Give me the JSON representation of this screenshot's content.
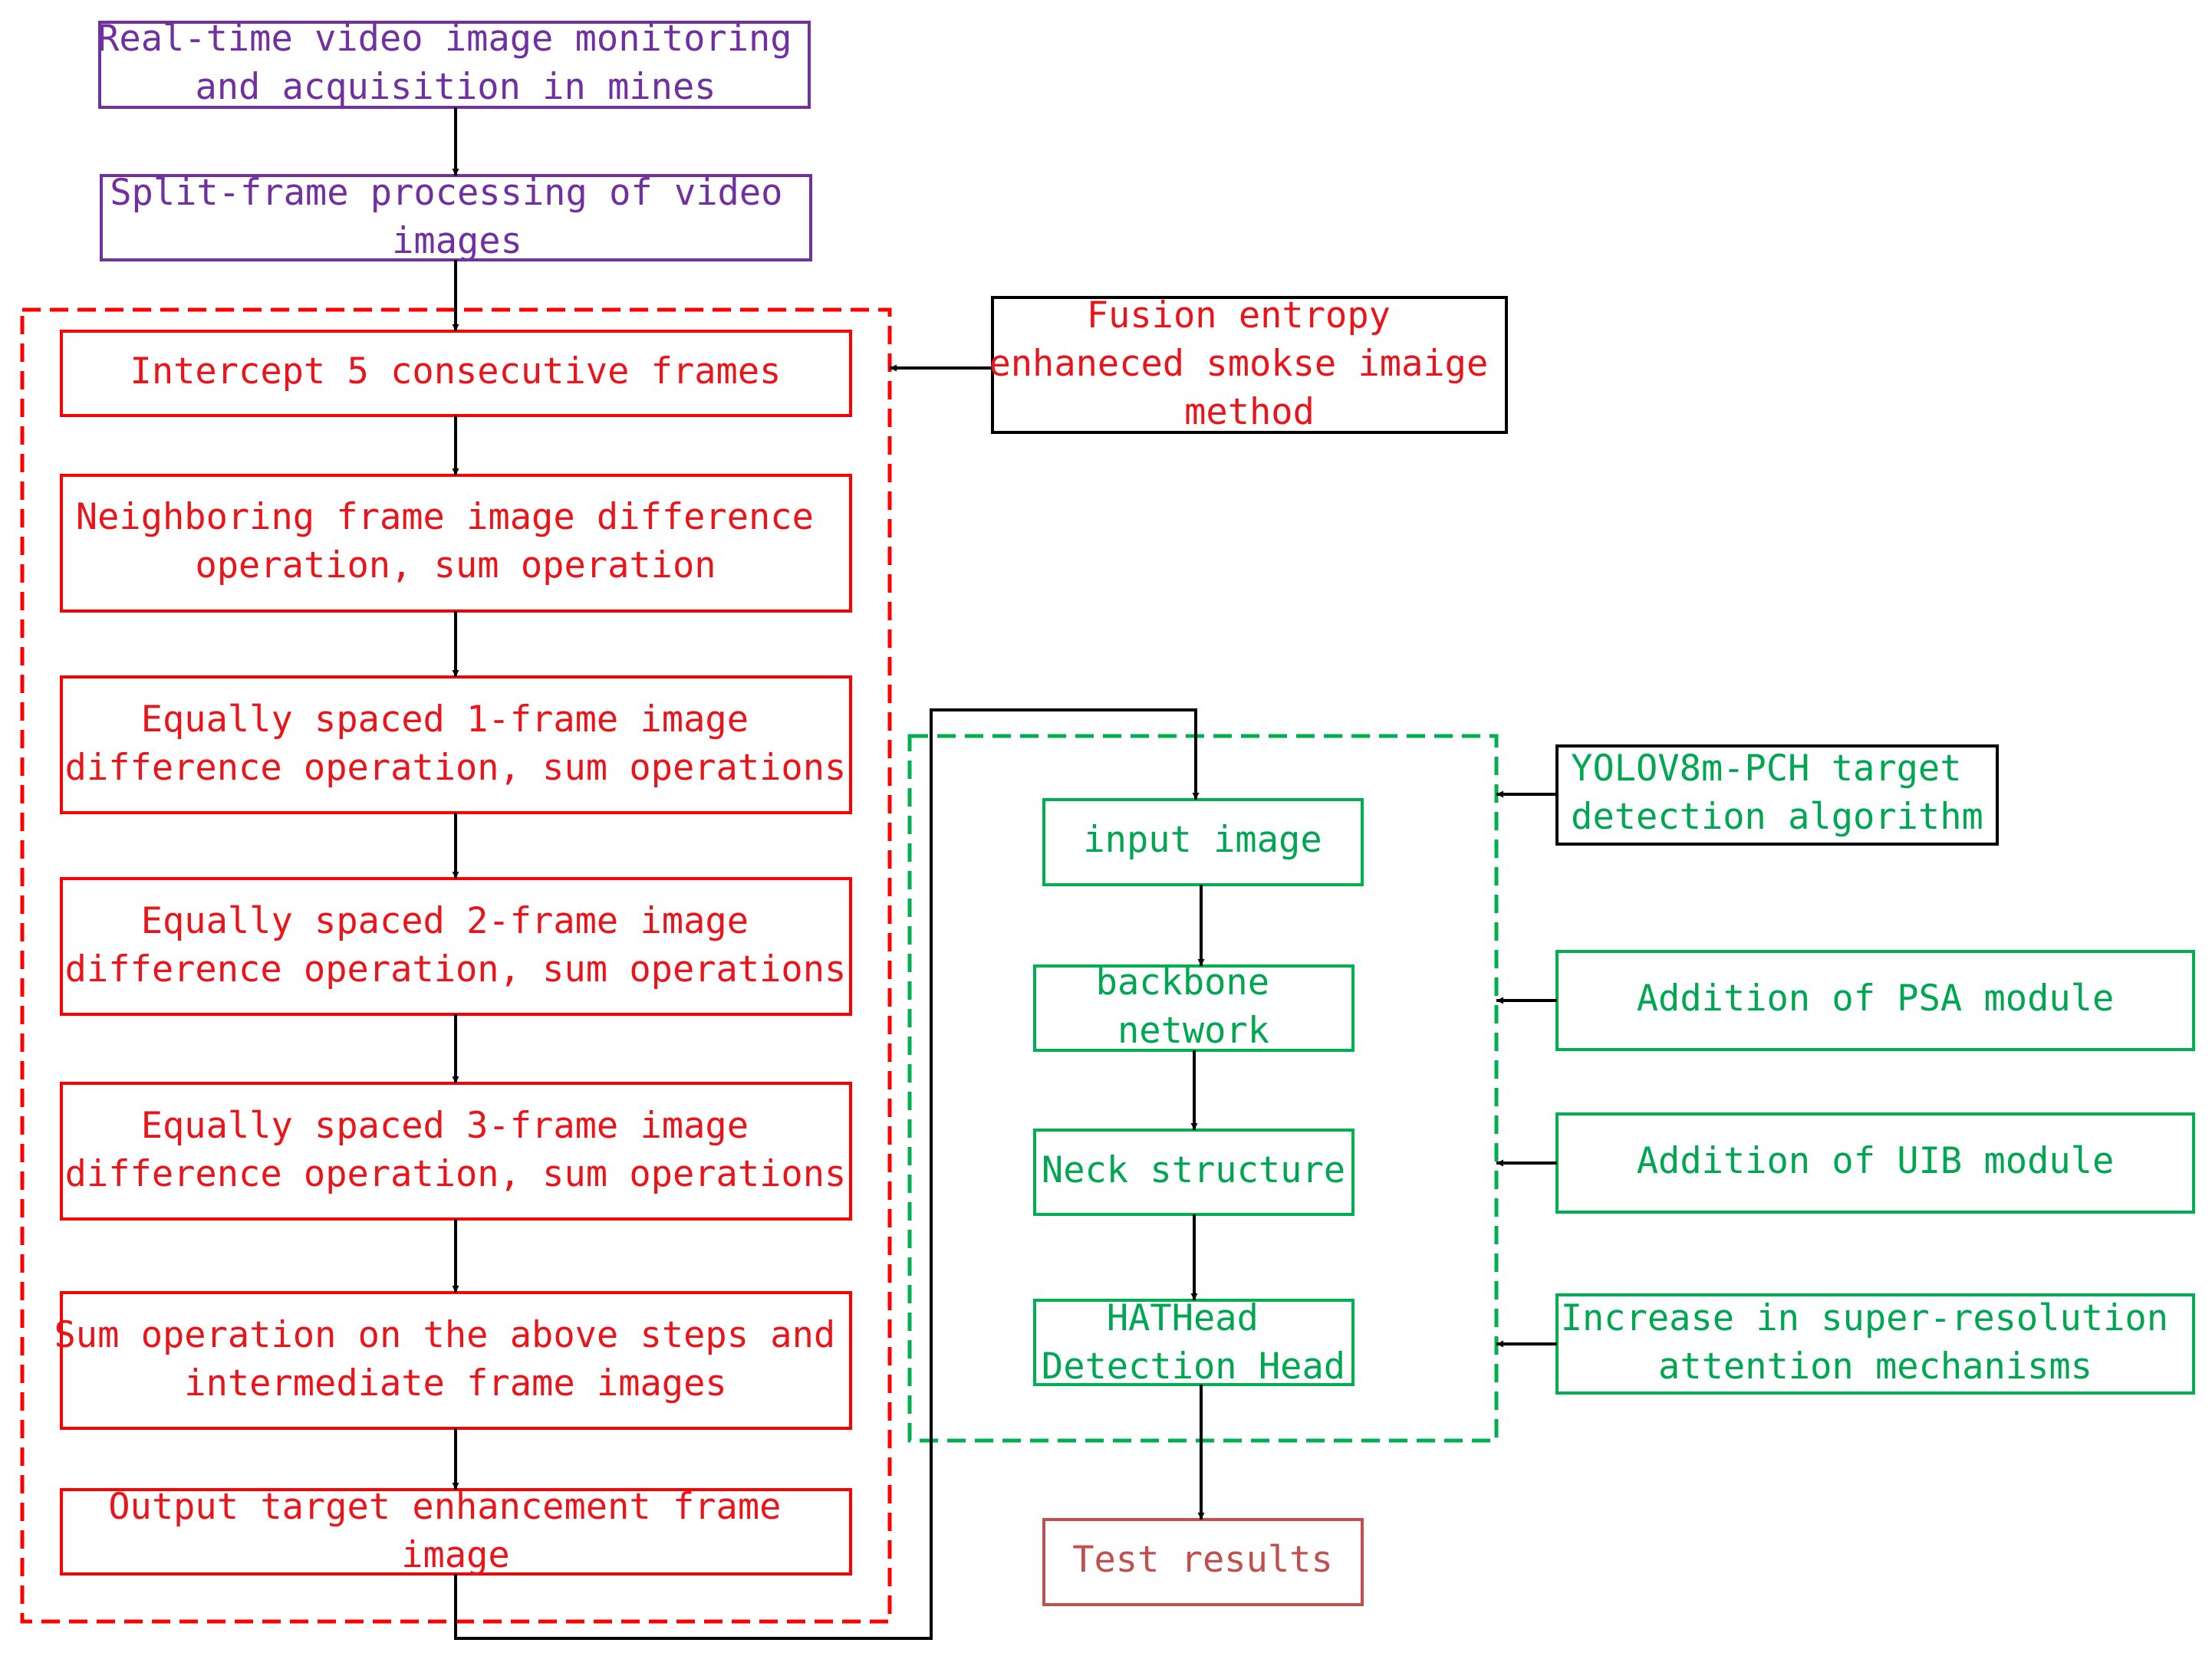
{
  "colors": {
    "purple": "#7030a0",
    "red": "#ff0000",
    "green": "#00b050",
    "brown": "#c0504d",
    "black": "#000000"
  },
  "acquisition": {
    "monitoring": [
      "Real-time video image monitoring",
      "and acquisition in mines"
    ],
    "split_frame": [
      "Split-frame processing of video",
      "images"
    ]
  },
  "enhancement": {
    "method": [
      "Fusion entropy",
      "enhaneced smokse imaige",
      "method"
    ],
    "steps": [
      [
        "Intercept 5 consecutive frames"
      ],
      [
        "Neighboring frame image difference",
        "operation, sum operation"
      ],
      [
        "Equally spaced 1-frame image",
        "difference operation, sum operations"
      ],
      [
        "Equally spaced 2-frame image",
        "difference operation, sum operations"
      ],
      [
        "Equally spaced 3-frame image",
        "difference operation, sum operations"
      ],
      [
        "Sum operation on the above steps and",
        "intermediate frame images"
      ],
      [
        "Output target enhancement frame",
        "image"
      ]
    ]
  },
  "detection": {
    "algorithm": [
      "YOLOV8m-PCH target",
      "detection algorithm"
    ],
    "nodes": [
      [
        "input image"
      ],
      [
        "backbone",
        "network"
      ],
      [
        "Neck structure"
      ],
      [
        "HATHead",
        "Detection Head"
      ]
    ],
    "improvements": [
      [
        "Addition of PSA module"
      ],
      [
        "Addition of UIB module"
      ],
      [
        "Increase in super-resolution",
        "attention mechanisms"
      ]
    ],
    "result": [
      "Test results"
    ]
  }
}
